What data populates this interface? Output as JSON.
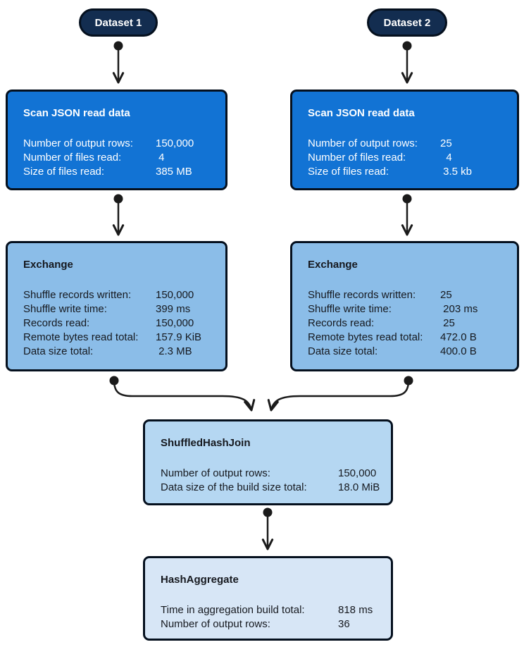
{
  "colors": {
    "pill_fill": "#132d50",
    "scan_fill": "#1273d4",
    "exchange_fill": "#8bbde8",
    "join_fill": "#b5d7f2",
    "aggregate_fill": "#d7e6f6",
    "border": "#05101e",
    "arrow": "#1a1a1a",
    "scan_text": "#ffffff",
    "dark_text": "#16191f"
  },
  "sources": [
    {
      "label": "Dataset 1"
    },
    {
      "label": "Dataset 2"
    }
  ],
  "nodes": [
    {
      "id": "scan-left",
      "title": "Scan JSON read data",
      "rows": [
        {
          "label": "Number of output rows:",
          "value": "150,000"
        },
        {
          "label": "Number of files read:",
          "value": " 4"
        },
        {
          "label": "Size of files read:",
          "value": "385 MB"
        }
      ]
    },
    {
      "id": "scan-right",
      "title": "Scan JSON read data",
      "rows": [
        {
          "label": "Number of output rows:",
          "value": "25"
        },
        {
          "label": "Number of files read:",
          "value": "  4"
        },
        {
          "label": "Size of files read:",
          "value": " 3.5 kb"
        }
      ]
    },
    {
      "id": "exchange-left",
      "title": "Exchange",
      "rows": [
        {
          "label": "Shuffle records written:",
          "value": "150,000"
        },
        {
          "label": "Shuffle write time:",
          "value": "399 ms"
        },
        {
          "label": "Records read:",
          "value": "150,000"
        },
        {
          "label": "Remote bytes read total:",
          "value": "157.9 KiB"
        },
        {
          "label": "Data size total:",
          "value": " 2.3 MB"
        }
      ]
    },
    {
      "id": "exchange-right",
      "title": "Exchange",
      "rows": [
        {
          "label": "Shuffle records written:",
          "value": "25"
        },
        {
          "label": "Shuffle write time:",
          "value": " 203 ms"
        },
        {
          "label": "Records read:",
          "value": " 25"
        },
        {
          "label": "Remote bytes read total:",
          "value": "472.0 B"
        },
        {
          "label": "Data size total:",
          "value": "400.0 B"
        }
      ]
    },
    {
      "id": "join",
      "title": "ShuffledHashJoin",
      "rows": [
        {
          "label": "Number of output rows:",
          "value": "150,000"
        },
        {
          "label": "Data size of the build size total:",
          "value": "18.0 MiB"
        }
      ]
    },
    {
      "id": "aggregate",
      "title": "HashAggregate",
      "rows": [
        {
          "label": "Time in aggregation build total:",
          "value": "818 ms"
        },
        {
          "label": "Number of output rows:",
          "value": "36"
        }
      ]
    }
  ]
}
